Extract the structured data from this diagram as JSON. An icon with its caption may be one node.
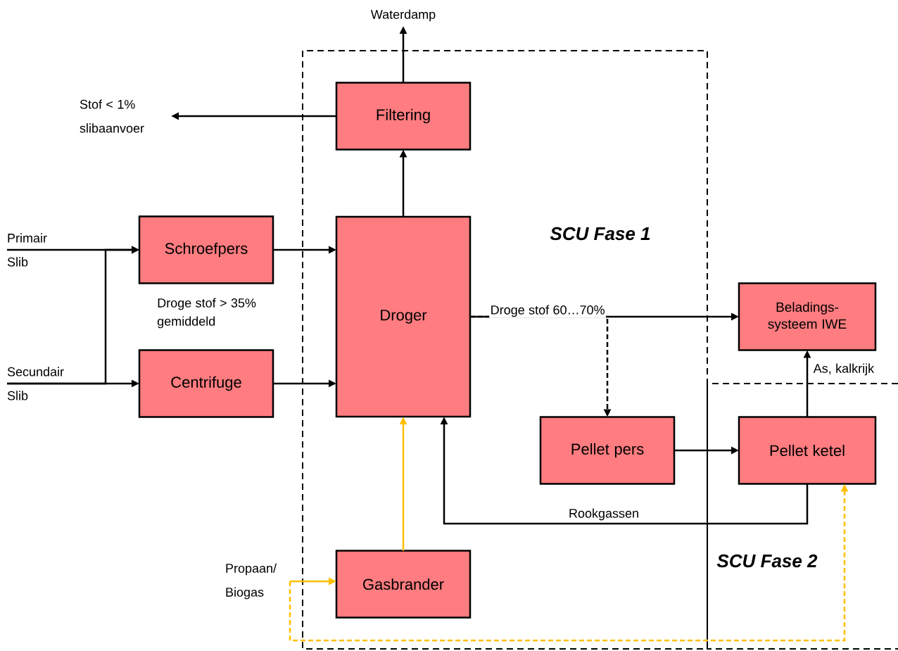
{
  "diagram": {
    "nodes": [
      {
        "text": [
          "SCU Fase 1"
        ]
      },
      {
        "text": [
          "Filtering"
        ],
        "in": 0
      },
      {
        "text": [
          "Schroefpers"
        ]
      },
      {
        "text": [
          "Centrifuge"
        ]
      },
      {
        "text": [
          "Droger"
        ],
        "in": 0
      },
      {
        "text": [
          "Pellet pers"
        ],
        "in": 0
      },
      {
        "text": [
          "SCU Fase 2"
        ]
      },
      {
        "text": [
          "Beladings- systeem IWE"
        ]
      },
      {
        "text": [
          "Pellet ketel"
        ],
        "in": 6
      },
      {
        "text": [
          "Gasbrander"
        ],
        "in": 0
      },
      {
        "text": [
          "Waterdamp"
        ]
      },
      {
        "text": [
          "Stof < 1% slibaanvoer"
        ]
      },
      {
        "text": [
          "Primair Slib"
        ]
      },
      {
        "text": [
          "Secundair Slib"
        ]
      },
      {
        "text": [
          "Propaan/ Biogas"
        ]
      }
    ],
    "edges": [
      {
        "from": 4,
        "to": 1,
        "arrow": "to"
      },
      {
        "from": 1,
        "to": 10,
        "arrow": "to"
      },
      {
        "from": 1,
        "to": 11,
        "arrow": "to"
      },
      {
        "from": 12,
        "to": 2,
        "arrow": "to"
      },
      {
        "from": 13,
        "to": 3,
        "arrow": "to"
      },
      {
        "from": 13,
        "to": 2,
        "arrow": "to"
      },
      {
        "from": 2,
        "to": 4,
        "arrow": "to"
      },
      {
        "from": 3,
        "to": 4,
        "arrow": "to"
      },
      {
        "from": 4,
        "to": 7,
        "arrow": "to",
        "label": "Droge stof 60…70%"
      },
      {
        "from": 4,
        "to": 5,
        "arrow": "to",
        "style": "dashed"
      },
      {
        "from": 5,
        "to": 8,
        "arrow": "to"
      },
      {
        "from": 8,
        "to": 7,
        "arrow": "to",
        "label": "As, kalkrijk"
      },
      {
        "from": 8,
        "to": 4,
        "arrow": "to",
        "label": "Rookgassen"
      },
      {
        "from": 9,
        "to": 4,
        "arrow": "to",
        "color": "#ffc000"
      },
      {
        "from": 14,
        "to": 9,
        "arrow": "to",
        "color": "#ffc000"
      },
      {
        "from": 14,
        "to": 8,
        "arrow": "to",
        "style": "dashed",
        "color": "#ffc000"
      }
    ],
    "labels": [
      "Droge stof > 35% gemiddeld"
    ]
  }
}
